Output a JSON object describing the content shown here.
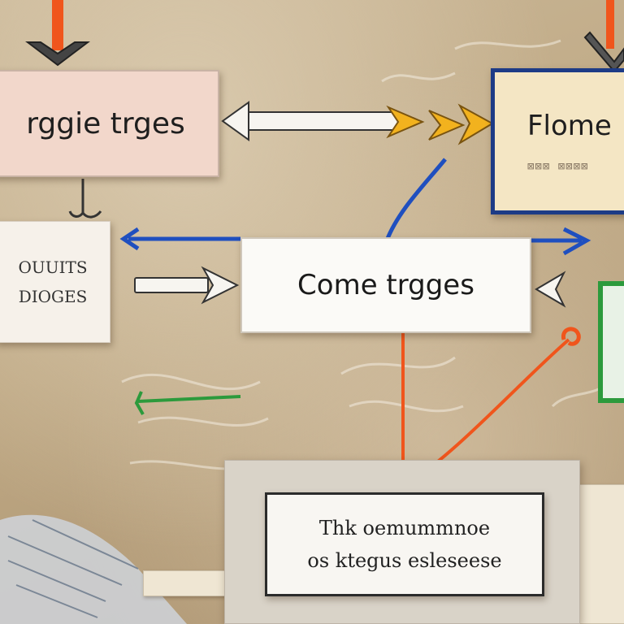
{
  "nodes": {
    "pink": {
      "label": "rggie trges"
    },
    "yellow": {
      "title": "Flome",
      "subtitle": "⊠⊠⊠ ⊠⊠⊠⊠"
    },
    "left": {
      "line1": "OUUITS",
      "line2": "DIOGES"
    },
    "center": {
      "label": "Come trgges"
    },
    "bottom": {
      "line1": "Thk oemummnoe",
      "line2": "os ktegus esleseese"
    }
  },
  "colors": {
    "blue_line": "#1f4fbf",
    "orange_line": "#f0551c",
    "yellow_arrow": "#f2b21e",
    "green_accent": "#2c9a3c",
    "frame_blue": "#1d3b86"
  }
}
